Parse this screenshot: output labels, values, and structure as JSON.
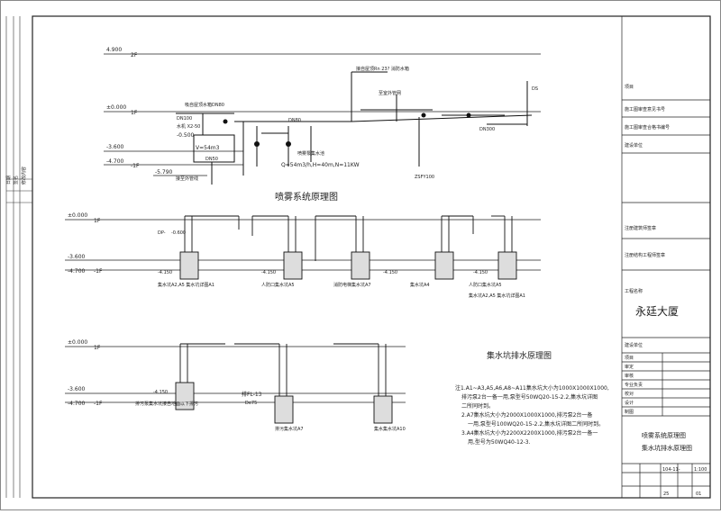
{
  "spray_section": {
    "title": "喷雾系统原理图",
    "levels": {
      "l_4900": "4.900",
      "l_0000": "±0.000",
      "l_3600": "-3.600",
      "l_4700": "-4.700",
      "l_5790": "-5.790"
    },
    "floors": {
      "f2": "2F",
      "f1": "1F",
      "fm1": "-1F"
    },
    "labels": {
      "tank_inlet": "吸自屋顶水箱DN80",
      "tank_note": "水机 X2-50",
      "tank_volume": "V=54m3",
      "pump_note": "DN50",
      "level_0500": "-0.500",
      "dn100": "DN100",
      "dn80": "DN80",
      "spray_pump": "喷雾泵集水池",
      "pump_formula": "Q=54m3/h,H=40m,N=11KW",
      "drain": "接至外管线",
      "roof_line": "接自屋顶Rn 23? 消防水箱",
      "outdoor": "至室外管网",
      "zsfy": "ZSFY100",
      "ds": "DS",
      "dn300": "DN300"
    }
  },
  "sump_section": {
    "title": "集水坑排水原理图",
    "levels": {
      "l_0000": "±0.000",
      "l_3600": "-3.600",
      "l_4700": "-4.700"
    },
    "floors": {
      "f1": "1F",
      "fm1": "-1F"
    },
    "pit_labels": [
      "集水坑A2,A5 集水坑详图A1",
      "人防口集水坑A5",
      "消防电梯集水坑A7",
      "集水坑A4",
      "人防口集水坑A5",
      "集水坑A2,A5 集水坑详图A1"
    ],
    "lower_pit_labels": [
      "排污泵集水坑接自地面以下排污",
      "排污集水坑A7",
      "集水集水坑A10"
    ],
    "depth": "-4.150",
    "depth2": "-0.600",
    "dp": "DP-",
    "fl_label": "排FL-13",
    "de_label": "De75",
    "notes": {
      "n1": "注1.A1~A3,A5,A6,A8~A11集水坑大小为1000X1000X1000,",
      "n1b": "排污泵2台一备一用,泵型号50WQ20-15-2.2,集水坑详图",
      "n1c": "二所同时到。",
      "n2": "2.A7集水坑大小为2000X1000X1000,排污泵2台一备",
      "n2b": "一用,泵型号100WQ20-15-2.2,集水坑详图二所同时到。",
      "n3": "3.A4集水坑大小为2200X2200X1000,排污泵2台一备一",
      "n3b": "用,型号为50WQ40-12-3."
    }
  },
  "title_block": {
    "project_name": "永廷大厦",
    "drawing_name_1": "喷雾系统原理图",
    "drawing_name_2": "集水坑排水原理图",
    "row_labels": [
      "项目",
      "施工图审查意见书号",
      "施工图审查合格书编号",
      "建设单位",
      "注册建筑师签章",
      "注册结构工程师签章",
      "工程名称",
      "建设单位",
      "项目",
      "审定",
      "审核",
      "专业负责",
      "校对",
      "设计",
      "制图"
    ],
    "scale_label": "1:100",
    "date_label": "104-11-",
    "sheet_no": "01",
    "page_no": "25"
  },
  "side_labels": [
    "日期",
    "签名",
    "修改内容"
  ]
}
